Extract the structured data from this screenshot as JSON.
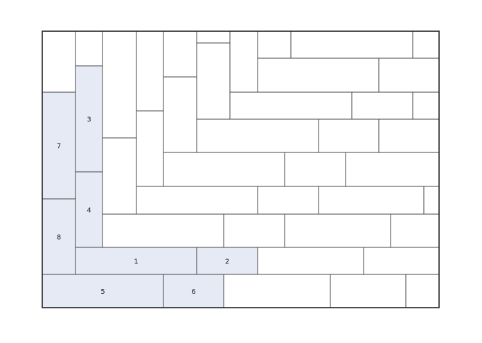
{
  "colors": {
    "background": "#ffffff",
    "outline": "#222222",
    "cell_line": "#444444",
    "highlight_fill": "#e6eaf5",
    "plain_fill": "#ffffff"
  },
  "labels": {
    "piece_1": "1",
    "piece_2": "2",
    "piece_3": "3",
    "piece_4": "4",
    "piece_5": "5",
    "piece_6": "6",
    "piece_7": "7",
    "piece_8": "8"
  }
}
